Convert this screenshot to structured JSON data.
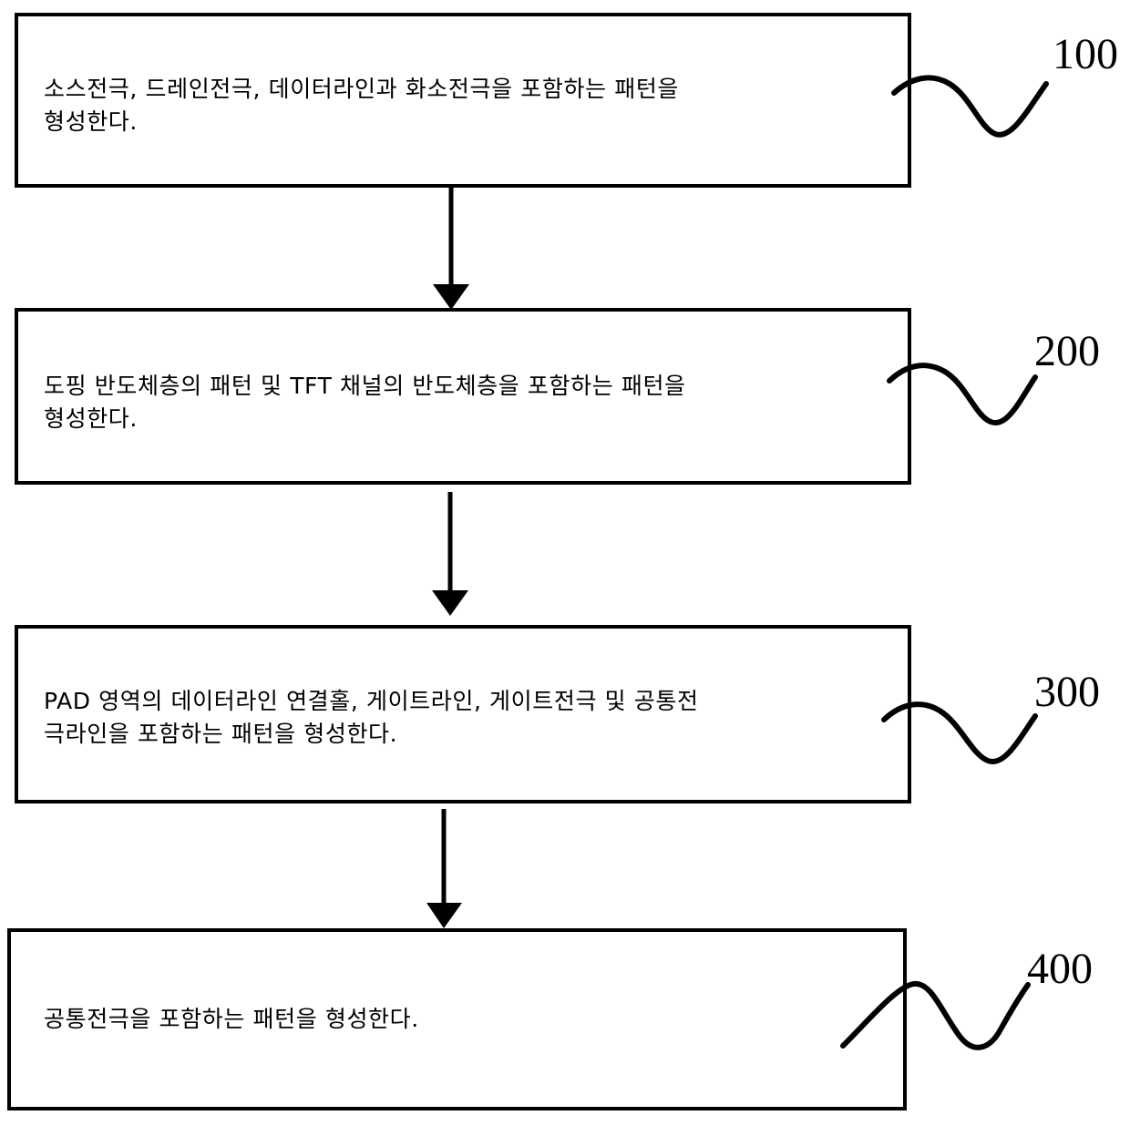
{
  "figure": {
    "type": "process-flowchart",
    "orientation": "vertical",
    "background_color": "#ffffff",
    "line_color": "#000000"
  },
  "steps": [
    {
      "ref": "100",
      "text": "소스전극, 드레인전극, 데이터라인과 화소전극을 포함하는 패턴을\n형성한다.",
      "line1": "소스전극, 드레인전극, 데이터라인과 화소전극을 포함하는 패턴을",
      "line2": "형성한다."
    },
    {
      "ref": "200",
      "text": "도핑 반도체층의 패턴 및 TFT 채널의 반도체층을 포함하는 패턴을\n형성한다.",
      "line1": "도핑 반도체층의 패턴 및 TFT 채널의 반도체층을 포함하는 패턴을",
      "line2": "형성한다."
    },
    {
      "ref": "300",
      "text": "PAD 영역의 데이터라인 연결홀, 게이트라인, 게이트전극 및 공통전\n극라인을 포함하는 패턴을 형성한다.",
      "line1": "PAD 영역의 데이터라인 연결홀, 게이트라인, 게이트전극 및 공통전",
      "line2": "극라인을 포함하는 패턴을 형성한다."
    },
    {
      "ref": "400",
      "text": "공통전극을 포함하는 패턴을 형성한다.",
      "line1": "공통전극을 포함하는 패턴을 형성한다.",
      "line2": ""
    }
  ],
  "connectors": [
    {
      "name": "arrow-100-to-200",
      "from_ref": "100",
      "to_ref": "200"
    },
    {
      "name": "arrow-200-to-300",
      "from_ref": "200",
      "to_ref": "300"
    },
    {
      "name": "arrow-300-to-400",
      "from_ref": "300",
      "to_ref": "400"
    }
  ]
}
